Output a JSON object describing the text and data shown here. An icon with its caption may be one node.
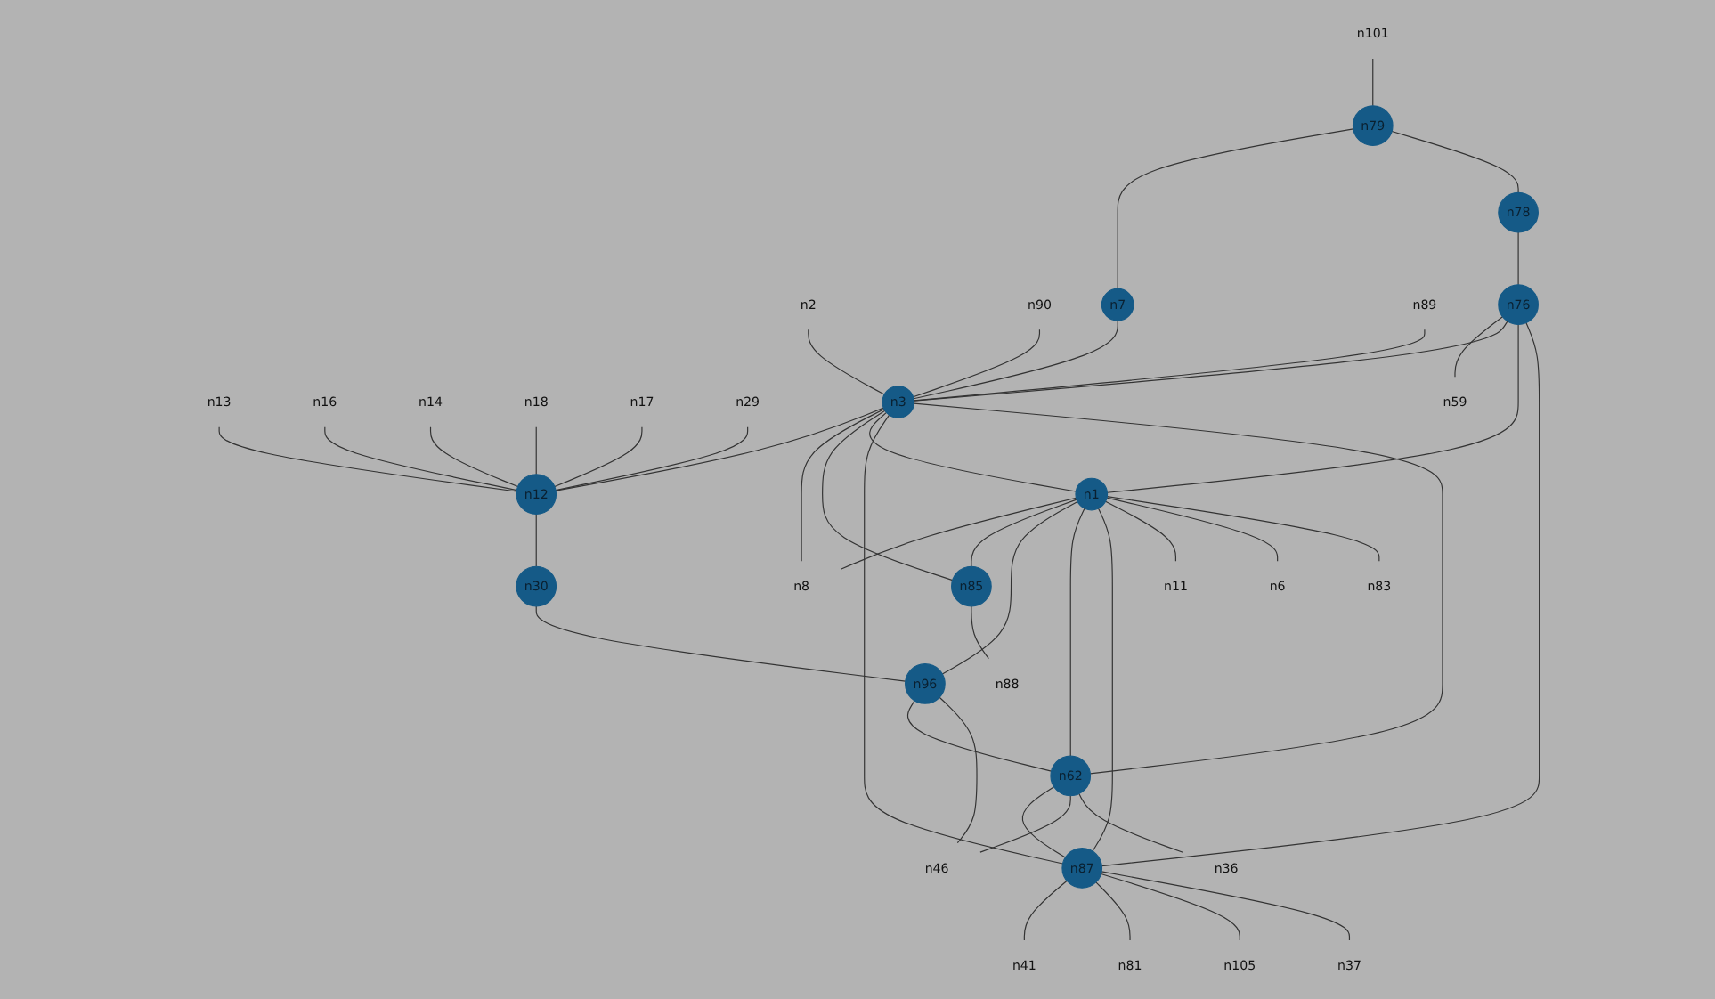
{
  "diagram": {
    "nodes": [
      {
        "text": [
          "n13"
        ]
      },
      {
        "text": [
          "n16"
        ]
      },
      {
        "text": [
          "n14"
        ]
      },
      {
        "text": [
          "n18"
        ]
      },
      {
        "text": [
          "n17"
        ]
      },
      {
        "text": [
          "n101"
        ]
      },
      {
        "text": [
          "n29"
        ]
      },
      {
        "text": [
          "n12"
        ]
      },
      {
        "text": [
          "n79"
        ]
      },
      {
        "text": [
          "n2"
        ]
      },
      {
        "text": [
          "n90"
        ]
      },
      {
        "text": [
          "n7"
        ]
      },
      {
        "text": [
          "n30"
        ]
      },
      {
        "text": [
          "n89"
        ]
      },
      {
        "text": [
          "n3"
        ]
      },
      {
        "text": [
          "n78"
        ]
      },
      {
        "text": [
          "n8"
        ]
      },
      {
        "text": [
          "n85"
        ]
      },
      {
        "text": [
          "n88"
        ]
      },
      {
        "text": [
          "n76"
        ]
      },
      {
        "text": [
          "n96"
        ]
      },
      {
        "text": [
          "n1"
        ]
      },
      {
        "text": [
          "n59"
        ]
      },
      {
        "text": [
          "n62"
        ]
      },
      {
        "text": [
          "n87"
        ]
      },
      {
        "text": [
          "n46"
        ]
      },
      {
        "text": [
          "n41"
        ]
      },
      {
        "text": [
          "n83"
        ]
      },
      {
        "text": [
          "n81"
        ]
      },
      {
        "text": [
          "n11"
        ]
      },
      {
        "text": [
          "n6"
        ]
      },
      {
        "text": [
          "n36"
        ]
      },
      {
        "text": [
          "n105"
        ]
      },
      {
        "text": [
          "n37"
        ]
      }
    ],
    "edges": [
      {
        "from": 2,
        "to": 7,
        "arrow": "none"
      },
      {
        "from": 0,
        "to": 7,
        "arrow": "none"
      },
      {
        "from": 1,
        "to": 7,
        "arrow": "none"
      },
      {
        "from": 3,
        "to": 7,
        "arrow": "none"
      },
      {
        "from": 4,
        "to": 7,
        "arrow": "none"
      },
      {
        "from": 6,
        "to": 7,
        "arrow": "none"
      },
      {
        "from": 7,
        "to": 12,
        "arrow": "none"
      },
      {
        "from": 14,
        "to": 7,
        "arrow": "none"
      },
      {
        "from": 5,
        "to": 8,
        "arrow": "none"
      },
      {
        "from": 8,
        "to": 11,
        "arrow": "none"
      },
      {
        "from": 8,
        "to": 15,
        "arrow": "none"
      },
      {
        "from": 11,
        "to": 14,
        "arrow": "none"
      },
      {
        "from": 9,
        "to": 14,
        "arrow": "none"
      },
      {
        "from": 10,
        "to": 14,
        "arrow": "none"
      },
      {
        "from": 13,
        "to": 14,
        "arrow": "none"
      },
      {
        "from": 14,
        "to": 16,
        "arrow": "none"
      },
      {
        "from": 14,
        "to": 17,
        "arrow": "none"
      },
      {
        "from": 17,
        "to": 18,
        "arrow": "none"
      },
      {
        "from": 15,
        "to": 19,
        "arrow": "none"
      },
      {
        "from": 19,
        "to": 22,
        "arrow": "none"
      },
      {
        "from": 19,
        "to": 14,
        "arrow": "none"
      },
      {
        "from": 19,
        "to": 21,
        "arrow": "none"
      },
      {
        "from": 19,
        "to": 24,
        "arrow": "none"
      },
      {
        "from": 14,
        "to": 21,
        "arrow": "none"
      },
      {
        "from": 14,
        "to": 24,
        "arrow": "none"
      },
      {
        "from": 14,
        "to": 23,
        "arrow": "none"
      },
      {
        "from": 21,
        "to": 16,
        "arrow": "none"
      },
      {
        "from": 21,
        "to": 17,
        "arrow": "none"
      },
      {
        "from": 21,
        "to": 20,
        "arrow": "none"
      },
      {
        "from": 21,
        "to": 23,
        "arrow": "none"
      },
      {
        "from": 21,
        "to": 24,
        "arrow": "none"
      },
      {
        "from": 23,
        "to": 24,
        "arrow": "none"
      },
      {
        "from": 12,
        "to": 20,
        "arrow": "none"
      },
      {
        "from": 20,
        "to": 23,
        "arrow": "none"
      },
      {
        "from": 20,
        "to": 25,
        "arrow": "none"
      },
      {
        "from": 23,
        "to": 25,
        "arrow": "none"
      },
      {
        "from": 21,
        "to": 29,
        "arrow": "none"
      },
      {
        "from": 21,
        "to": 30,
        "arrow": "none"
      },
      {
        "from": 21,
        "to": 27,
        "arrow": "none"
      },
      {
        "from": 23,
        "to": 31,
        "arrow": "none"
      },
      {
        "from": 24,
        "to": 26,
        "arrow": "none"
      },
      {
        "from": 24,
        "to": 28,
        "arrow": "none"
      },
      {
        "from": 24,
        "to": 32,
        "arrow": "none"
      },
      {
        "from": 24,
        "to": 33,
        "arrow": "none"
      }
    ]
  }
}
